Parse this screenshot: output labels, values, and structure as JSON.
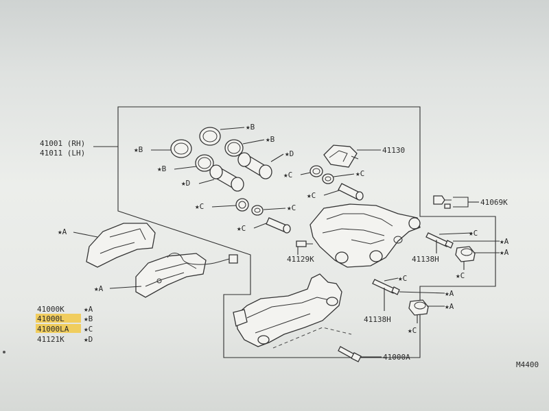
{
  "assembly": {
    "rh": "41001 (RH)",
    "lh": "41011 (LH)"
  },
  "callouts": {
    "b1": "★B",
    "b2": "★B",
    "b3": "★B",
    "b4": "★B",
    "d1": "★D",
    "d2": "★D",
    "c1": "★C",
    "c2": "★C",
    "c3": "★C",
    "c4": "★C",
    "c5": "★C",
    "c6": "★C",
    "c7": "★C",
    "c8": "★C",
    "c9": "★C",
    "a1": "★A",
    "a2": "★A",
    "a3": "★A",
    "a4": "★A",
    "a5": "★A",
    "a6": "★A"
  },
  "parts": {
    "p41130": "41130",
    "p41069k": "41069K",
    "p41129k": "41129K",
    "p41138h_top": "41138H",
    "p41138h_bottom": "41138H",
    "p41000a": "41000A"
  },
  "legend": [
    {
      "code": "41000K",
      "mark": "★A",
      "highlighted": false
    },
    {
      "code": "41000L",
      "mark": "★B",
      "highlighted": true
    },
    {
      "code": "41000LA",
      "mark": "★C",
      "highlighted": true
    },
    {
      "code": "41121K",
      "mark": "★D",
      "highlighted": false
    }
  ],
  "figure_code": "M4400",
  "colors": {
    "highlight": "#f4c430",
    "ink": "#2e2e2e"
  }
}
